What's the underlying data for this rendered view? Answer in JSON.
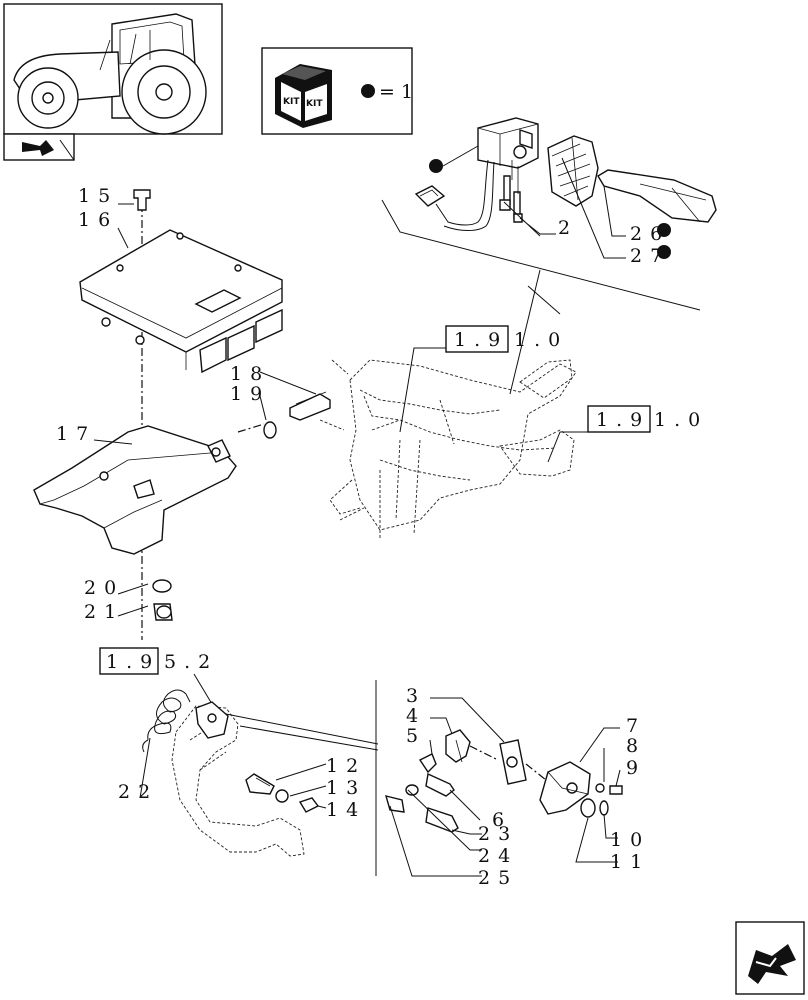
{
  "kit_legend": {
    "kit_word_1": "KIT",
    "kit_word_2": "KIT",
    "equals_text": "= 1"
  },
  "part_labels": {
    "p2": "2",
    "p3": "3",
    "p4": "4",
    "p5": "5",
    "p6": "6",
    "p7": "7",
    "p8": "8",
    "p9": "9",
    "p10": "10",
    "p11": "11",
    "p12": "12",
    "p13": "13",
    "p14": "14",
    "p15": "15",
    "p16": "16",
    "p17": "17",
    "p18": "18",
    "p19": "19",
    "p20": "20",
    "p21": "21",
    "p22": "22",
    "p23": "23",
    "p24": "24",
    "p25": "25",
    "p26": "26",
    "p27": "27"
  },
  "cross_refs": {
    "ref_a_box": "1.9",
    "ref_a_rest": "1.0",
    "ref_b_box": "1.9",
    "ref_b_rest": "1.0",
    "ref_c_box": "1.9",
    "ref_c_rest": "5.2"
  },
  "icons": [
    "tractor-thumbnail-icon",
    "kit-box-icon",
    "kit-dot-icon",
    "next-page-arrow-icon",
    "section-arrow-icon"
  ]
}
